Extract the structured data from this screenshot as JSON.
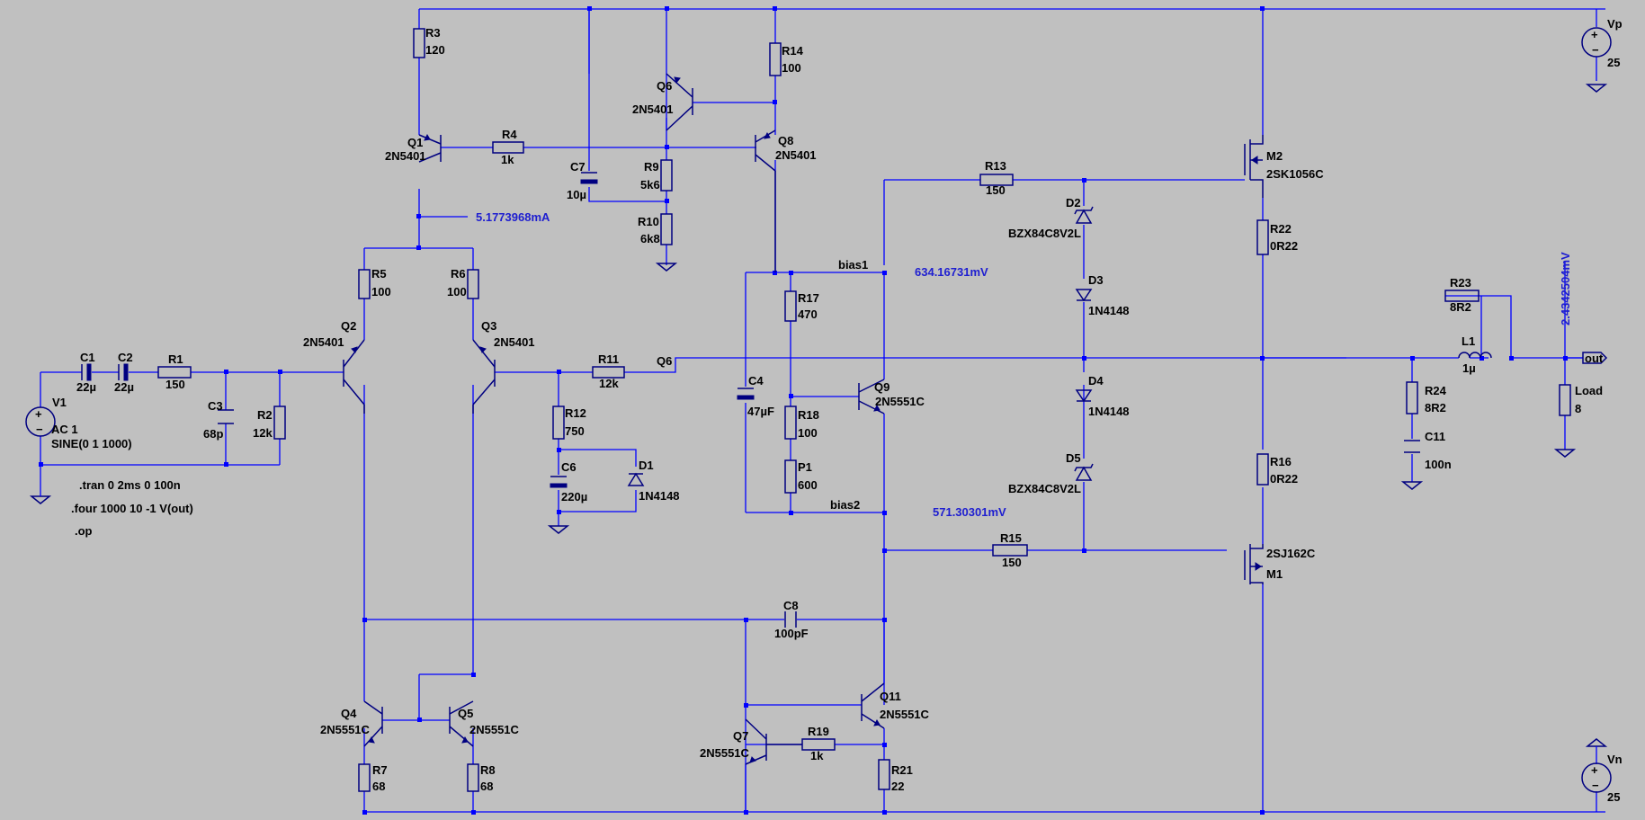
{
  "components": {
    "R1": {
      "ref": "R1",
      "value": "150"
    },
    "R2": {
      "ref": "R2",
      "value": "12k"
    },
    "R3": {
      "ref": "R3",
      "value": "120"
    },
    "R4": {
      "ref": "R4",
      "value": "1k"
    },
    "R5": {
      "ref": "R5",
      "value": "100"
    },
    "R6": {
      "ref": "R6",
      "value": "100"
    },
    "R7": {
      "ref": "R7",
      "value": "68"
    },
    "R8": {
      "ref": "R8",
      "value": "68"
    },
    "R9": {
      "ref": "R9",
      "value": "5k6"
    },
    "R10": {
      "ref": "R10",
      "value": "6k8"
    },
    "R11": {
      "ref": "R11",
      "value": "12k"
    },
    "R12": {
      "ref": "R12",
      "value": "750"
    },
    "R13": {
      "ref": "R13",
      "value": "150"
    },
    "R14": {
      "ref": "R14",
      "value": "100"
    },
    "R15": {
      "ref": "R15",
      "value": "150"
    },
    "R16": {
      "ref": "R16",
      "value": "0R22"
    },
    "R17": {
      "ref": "R17",
      "value": "470"
    },
    "R18": {
      "ref": "R18",
      "value": "100"
    },
    "R19": {
      "ref": "R19",
      "value": "1k"
    },
    "R21": {
      "ref": "R21",
      "value": "22"
    },
    "R22": {
      "ref": "R22",
      "value": "0R22"
    },
    "R23": {
      "ref": "R23",
      "value": "8R2"
    },
    "R24": {
      "ref": "R24",
      "value": "8R2"
    },
    "P1": {
      "ref": "P1",
      "value": "600"
    },
    "Load": {
      "ref": "Load",
      "value": "8"
    },
    "C1": {
      "ref": "C1",
      "value": "22µ"
    },
    "C2": {
      "ref": "C2",
      "value": "22µ"
    },
    "C3": {
      "ref": "C3",
      "value": "68p"
    },
    "C4": {
      "ref": "C4",
      "value": "47µF"
    },
    "C6": {
      "ref": "C6",
      "value": "220µ"
    },
    "C7": {
      "ref": "C7",
      "value": "10µ"
    },
    "C8": {
      "ref": "C8",
      "value": "100pF"
    },
    "C11": {
      "ref": "C11",
      "value": "100n"
    },
    "L1": {
      "ref": "L1",
      "value": "1µ"
    },
    "D1": {
      "ref": "D1",
      "value": "1N4148"
    },
    "D2": {
      "ref": "D2",
      "value": "BZX84C8V2L"
    },
    "D3": {
      "ref": "D3",
      "value": "1N4148"
    },
    "D4": {
      "ref": "D4",
      "value": "1N4148"
    },
    "D5": {
      "ref": "D5",
      "value": "BZX84C8V2L"
    },
    "Q1": {
      "ref": "Q1",
      "value": "2N5401"
    },
    "Q2": {
      "ref": "Q2",
      "value": "2N5401"
    },
    "Q3": {
      "ref": "Q3",
      "value": "2N5401"
    },
    "Q4": {
      "ref": "Q4",
      "value": "2N5551C"
    },
    "Q5": {
      "ref": "Q5",
      "value": "2N5551C"
    },
    "Q6": {
      "ref": "Q6",
      "value": "2N5401"
    },
    "Q7": {
      "ref": "Q7",
      "value": "2N5551C"
    },
    "Q8": {
      "ref": "Q8",
      "value": "2N5401"
    },
    "Q9": {
      "ref": "Q9",
      "value": "2N5551C"
    },
    "Q11": {
      "ref": "Q11",
      "value": "2N5551C"
    },
    "M1": {
      "ref": "M1",
      "value": "2SJ162C"
    },
    "M2": {
      "ref": "M2",
      "value": "2SK1056C"
    },
    "V1": {
      "ref": "V1",
      "value": "AC 1",
      "value2": "SINE(0 1 1000)"
    },
    "Vp": {
      "ref": "Vp",
      "value": "25"
    },
    "Vn": {
      "ref": "Vn",
      "value": "25"
    }
  },
  "nets": {
    "bias1": "bias1",
    "bias2": "bias2",
    "out": "out"
  },
  "probes": {
    "q1_current": "5.1773968mA",
    "bias1_voltage": "634.16731mV",
    "bias2_voltage": "571.30301mV",
    "out_voltage": "2.4342504mV"
  },
  "directives": {
    "tran": ".tran 0 2ms 0 100n",
    "four": ".four 1000 10 -1 V(out)",
    "op": ".op"
  }
}
